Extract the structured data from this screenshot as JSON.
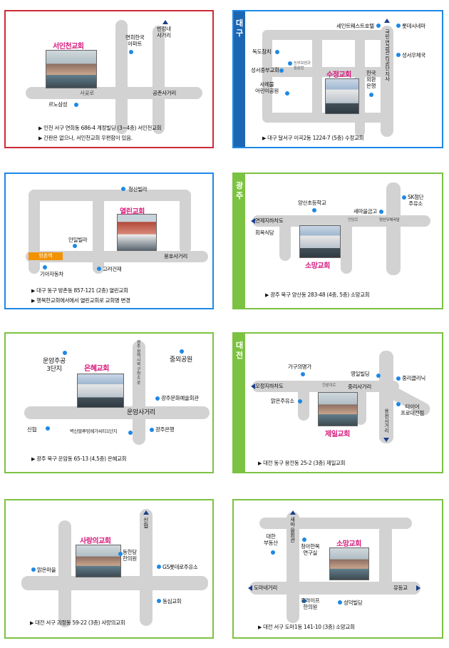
{
  "colors": {
    "red": "#cc2a36",
    "blue": "#1e88e5",
    "green": "#7cc242",
    "navy": "#1b67b3",
    "pink": "#d6187c",
    "road": "#d2d2d2"
  },
  "maps": {
    "m1": {
      "church": "서인천교회",
      "labels": {
        "a": "연희한국\n아파트",
        "b": "빈정내\n사거리",
        "c": "서곶로",
        "d": "공촌사거리",
        "e": "르노삼성"
      },
      "info1": "인천 서구 연희동 686-4 계정빌딩 (3~4층) 서인천교회",
      "info2": "간판은 없으나, 서인천교회 우편함이 있음."
    },
    "m2": {
      "region": "대구",
      "church": "수정교회",
      "labels": {
        "a": "세인트웨스트호텔",
        "b": "롯데시네마",
        "c": "독도참치",
        "d": "성서중부교회",
        "e": "농부보쌈과\n돌솥밥",
        "f": "사례불\n어린이공원",
        "g": "한국\n외환\n은행",
        "h": "성서우체국",
        "i": "국민연금관리공단지사"
      },
      "info1": "대구 달서구 이곡2동 1224-7 (5층) 수정교회"
    },
    "m3": {
      "church": "열린교회",
      "labels": {
        "a": "청산빌라",
        "b": "안일빌라",
        "c": "방촌역",
        "d": "기아자동차",
        "e": "고려건재",
        "f": "용호사거리"
      },
      "info1": "대구 동구 방촌동 857-121 (2층) 열린교회",
      "info2": "행복한교회에서에서 열린교회로 교회명 변경"
    },
    "m4": {
      "region": "광주",
      "church": "소망교회",
      "labels": {
        "a": "SK첨단\n주유소",
        "b": "양산초등학교",
        "c": "새마을금고",
        "d": "연제지하차도",
        "e": "회복식당",
        "f": "연암로",
        "g": "양산우체국앞"
      },
      "info1": "광주 북구 양산동 283-48 (4층, 5층) 소망교회"
    },
    "m5": {
      "church": "은혜교회",
      "labels": {
        "a": "운암주공\n3단지",
        "b": "중외공원",
        "c": "광주문화예술회관",
        "d": "운암사거리",
        "e": "신협",
        "f": "벽산블루밍메가씨티1단지",
        "g": "광주은행",
        "h": "광주광역시북구청소로"
      },
      "info1": "광주 북구 운암동 65-13 (4,5층) 은혜교회"
    },
    "m6": {
      "region": "대전",
      "church": "제일교회",
      "labels": {
        "a": "가구의명가",
        "b": "영일빌딩",
        "c": "중리클리닉",
        "d": "오정지하차도",
        "e": "한밭대로",
        "f": "중리사거리",
        "g": "맑은주유소",
        "h": "타이어\n프로대전점",
        "i": "용전사거리"
      },
      "info1": "대전 동구 용전동 25-2 (3층) 제일교회"
    },
    "m7": {
      "church": "사랑의교회",
      "labels": {
        "a": "신협",
        "b": "동한당\n한의원",
        "c": "맑은마을",
        "d": "GS롯데로주유소",
        "e": "동심교회"
      },
      "info1": "대전 서구 괴정동 59-22 (3층) 사랑의교회"
    },
    "m8": {
      "church": "소망교회",
      "labels": {
        "a": "새마을회관",
        "b": "대한\n부동산",
        "c": "청아한복\n연구실",
        "d": "도마네거리",
        "e": "유등교",
        "f": "휴라이프\n한의원",
        "g": "성덕빌딩"
      },
      "info1": "대전 서구 도마1동 141-10 (3층) 소망교회"
    }
  }
}
